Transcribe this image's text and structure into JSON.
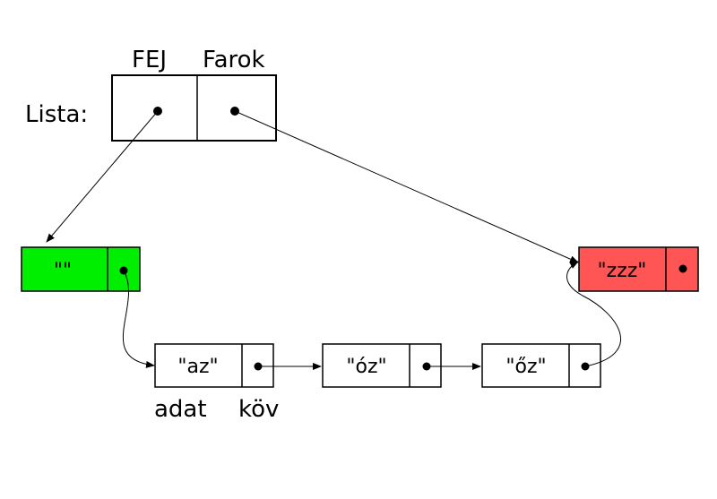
{
  "list": {
    "name_label": "Lista:",
    "head_label": "FEJ",
    "tail_label": "Farok"
  },
  "nodes": [
    {
      "value": "\"\"",
      "fill": "#00ee00",
      "role": "sentinel-head"
    },
    {
      "value": "\"az\"",
      "fill": "#ffffff",
      "role": "element"
    },
    {
      "value": "\"óz\"",
      "fill": "#ffffff",
      "role": "element"
    },
    {
      "value": "\"őz\"",
      "fill": "#ffffff",
      "role": "element"
    },
    {
      "value": "\"zzz\"",
      "fill": "#ff5555",
      "role": "sentinel-tail"
    }
  ],
  "field_labels": {
    "data": "adat",
    "next": "köv"
  }
}
